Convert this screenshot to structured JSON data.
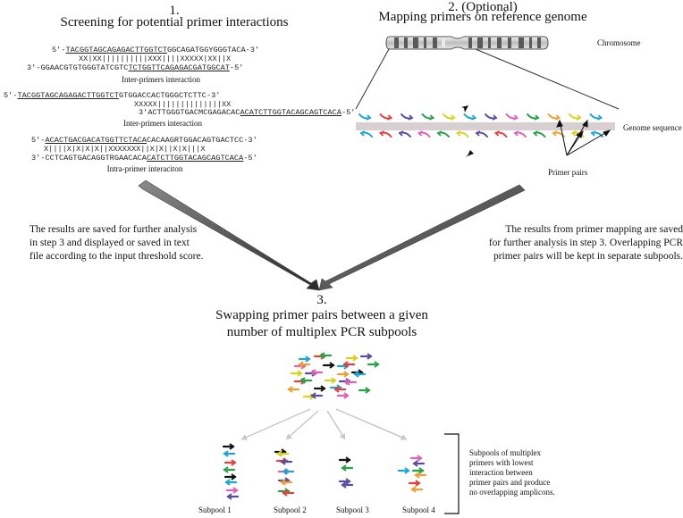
{
  "step1": {
    "number": "1.",
    "title": "Screening for potential primer interactions",
    "block1": {
      "line1": {
        "prefix": "5′-",
        "underlined": "TACGGTAGCAGAGACTTGGTCT",
        "rest": "GGCAGATGGYGGGTACA-3′"
      },
      "pairs": "XX|XX||||||||||XXX||||XXXXX|XX||X",
      "line3": {
        "prefix": "3′-GGAACGTGTGGGTATCGTC",
        "underlined": "TCTGGTTCAGAGACGATGGCAT",
        "rest": "-5′"
      },
      "caption": "Inter-primers interaction"
    },
    "block2": {
      "line1": {
        "prefix": "5′-",
        "underlined": "TACGGTAGCAGAGACTTGGTCT",
        "rest": "GTGGACCACTGGGCTCTTC-3′"
      },
      "pairs": "XXXXX||||||||||||||XX",
      "line3": {
        "prefix": "3′ACTTGGGTGACMCGAGACAC",
        "underlined": "ACATCTTGGTACAGCAGTCACA",
        "rest": "-5′"
      },
      "caption": "Inter-primers interaction"
    },
    "block3": {
      "line1": {
        "prefix": "5′-",
        "underlined": "ACACTGACGACATGGTTCTACA",
        "rest": "CACAAGRTGGACAGTGACTCC-3′"
      },
      "pairs": "X||||X|X|X|X||XXXXXXX||X|X||X|X|||X",
      "line3": {
        "prefix": "3′-CCTCAGTGACAGGTRGAACACA",
        "underlined": "CATCTTGGTACAGCAGTCACA",
        "rest": "-5′"
      },
      "caption": "Intra-primer interaciton"
    }
  },
  "step2": {
    "number": "2. (Optional)",
    "title": "Mapping primers on reference genome",
    "chromosome_label": "Chromosome",
    "genome_label": "Genome sequence",
    "primer_pairs_label": "Primer pairs"
  },
  "notes": {
    "left": [
      "The results are saved for further analysis",
      "in step 3 and displayed or saved in text",
      "file according to the input threshold score."
    ],
    "right": [
      "The results from  primer mapping are saved",
      "for further analysis in step 3. Overlapping PCR",
      "primer pairs will be kept in separate subpools."
    ]
  },
  "step3": {
    "number": "3.",
    "title_line1": "Swapping primer pairs between a given",
    "title_line2": "number of multiplex PCR subpools"
  },
  "subpools": {
    "labels": [
      "Subpool 1",
      "Subpool 2",
      "Subpool 3",
      "Subpool 4"
    ],
    "bracket_note": [
      "Subpools of multiplex",
      "primers with lowest",
      "interaction between",
      "primer pairs and produce",
      "no overlapping amplicons."
    ]
  },
  "colors": {
    "cyan": "#1aa6d6",
    "red": "#e2403c",
    "green": "#29a148",
    "yellow": "#d8d21f",
    "purple": "#5a4da0",
    "pink": "#e060b8",
    "orange": "#f0a030",
    "black": "#111111",
    "genome_band": "#d7cfd0",
    "big_arrow": "#666666",
    "light_arrow": "#c8c8c8"
  }
}
